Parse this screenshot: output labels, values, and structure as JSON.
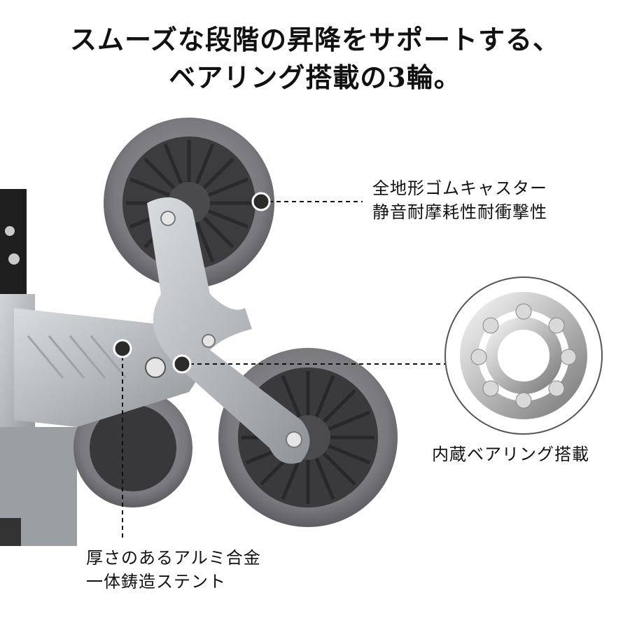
{
  "headline": {
    "line1": "スムーズな段階の昇降をサポートする、",
    "line2": "ベアリング搭載の3輪。"
  },
  "callouts": {
    "rubber_caster": {
      "line1": "全地形ゴムキャスター",
      "line2": "静音耐摩耗性耐衝撃性"
    },
    "bearing": {
      "line1": "内蔵ベアリング搭載"
    },
    "alloy_stand": {
      "line1": "厚さのあるアルミ合金",
      "line2": "一体鋳造ステント"
    }
  },
  "colors": {
    "tire": "#7c7c80",
    "hub": "#3a3a3d",
    "frame": "#b9bcc0",
    "marker": "#2b2b2b"
  }
}
